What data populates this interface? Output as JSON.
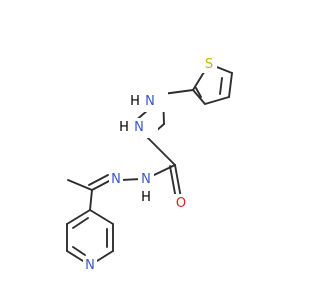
{
  "molecule": {
    "atom_labels": {
      "pyrazolidine_n1": "N",
      "pyrazolidine_h1": "H",
      "pyrazolidine_n2": "N",
      "pyrazolidine_h2": "H",
      "thiophene_s": "S",
      "carbonyl_o": "O",
      "hydrazone_nh_n": "N",
      "hydrazone_nh_h": "H",
      "hydrazone_n": "N",
      "pyridine_n": "N"
    },
    "colors": {
      "bond": "#2e2e2e",
      "nitrogen": "#3a55d0",
      "sulfur": "#c9b400",
      "oxygen": "#e02020"
    }
  }
}
